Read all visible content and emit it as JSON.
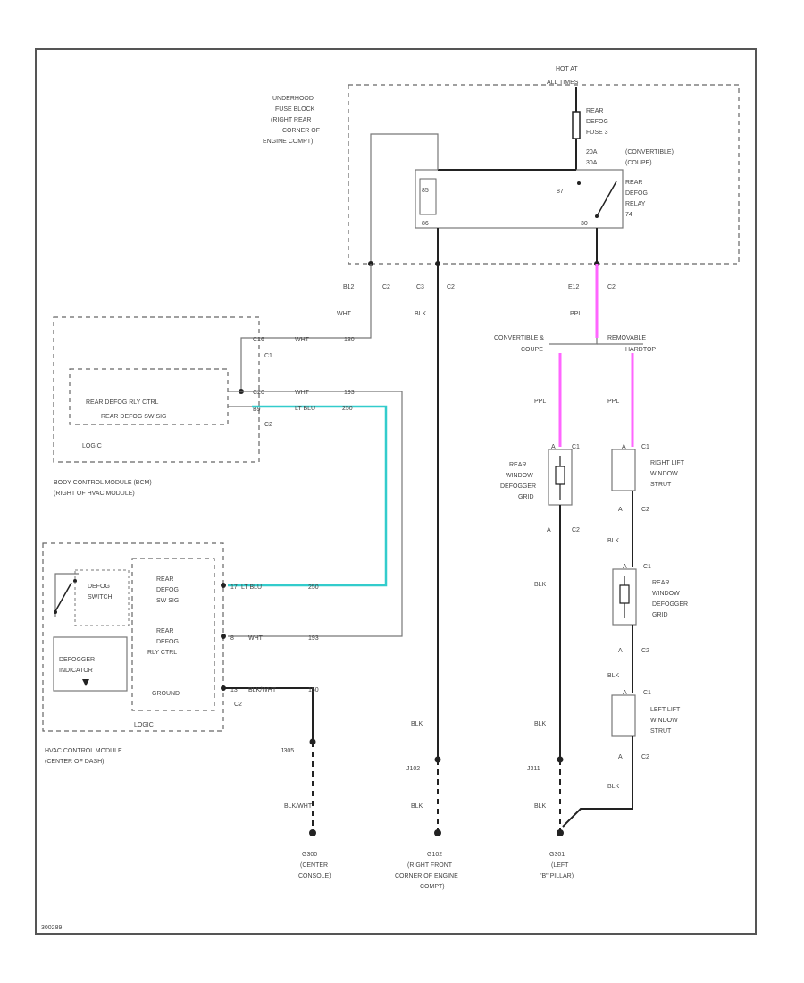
{
  "colors": {
    "ppl_wire": "#ff66ff",
    "lt_blu_wire": "#33cccc",
    "line": "#222222",
    "text": "#444444"
  },
  "fuse_block": {
    "hot_at": "HOT AT",
    "all_times": "ALL TIMES",
    "label_lines": [
      "UNDERHOOD",
      "FUSE BLOCK",
      "(RIGHT REAR",
      "CORNER OF",
      "ENGINE COMPT)"
    ],
    "fuse_lines": [
      "REAR",
      "DEFOG",
      "FUSE 3",
      "20A",
      "30A"
    ],
    "variants": [
      "(CONVERTIBLE)",
      "(COUPE)"
    ],
    "relay_lines": [
      "REAR",
      "DEFOG",
      "RELAY",
      "74"
    ],
    "pin_87": "87",
    "pin_86": "86",
    "pin_85": "85",
    "pin_30": "30",
    "pin_b12": "B12",
    "pin_c3": "C3",
    "pin_e12": "E12",
    "conn_c2a": "C2",
    "conn_c2b": "C2",
    "conn_c2c": "C2"
  },
  "wires": {
    "wht": "WHT",
    "blk": "BLK",
    "ppl": "PPL",
    "lt_blu": "LT BLU",
    "blk_wht": "BLK/WHT",
    "c_180": "180",
    "c_193": "193",
    "c_250": "250",
    "c_150": "150"
  },
  "bcm": {
    "pin_c16": "C16",
    "pin_c20": "C20",
    "pin_b9": "B9",
    "conn_c1": "C1",
    "conn_c2": "C2",
    "relay_ctrl": "REAR DEFOG RLY CTRL",
    "sw_sig": "REAR DEFOG SW SIG",
    "logic": "LOGIC",
    "title_lines": [
      "BODY CONTROL MODULE (BCM)",
      "(RIGHT OF HVAC MODULE)"
    ]
  },
  "split": {
    "left": "CONVERTIBLE &",
    "left2": "COUPE",
    "right": "REMOVABLE",
    "right2": "HARDTOP"
  },
  "grid_left": {
    "lines": [
      "REAR",
      "WINDOW",
      "DEFOGGER",
      "GRID"
    ],
    "pin_top": "A",
    "pin_bot": "A",
    "conn_top": "C1",
    "conn_bot": "C2"
  },
  "strut_right": {
    "lines": [
      "RIGHT LIFT",
      "WINDOW",
      "STRUT"
    ],
    "pin_top": "A",
    "pin_bot": "A",
    "conn_top": "C1",
    "conn_bot": "C2"
  },
  "grid_right": {
    "lines": [
      "REAR",
      "WINDOW",
      "DEFOGGER",
      "GRID"
    ],
    "pin_top": "A",
    "pin_bot": "A",
    "conn_top": "C1",
    "conn_bot": "C2"
  },
  "strut_left": {
    "lines": [
      "LEFT LIFT",
      "WINDOW",
      "STRUT"
    ],
    "pin_top": "A",
    "pin_bot": "A",
    "conn_top": "C1",
    "conn_bot": "C2"
  },
  "hvac": {
    "switch_lines": [
      "DEFOG",
      "SWITCH"
    ],
    "indicator_lines": [
      "DEFOGGER",
      "INDICATOR"
    ],
    "sw_sig_lines": [
      "REAR",
      "DEFOG",
      "SW SIG"
    ],
    "relay_ctrl_lines": [
      "REAR",
      "DEFOG",
      "RLY CTRL"
    ],
    "ground": "GROUND",
    "logic": "LOGIC",
    "pin_17": "17",
    "pin_8": "8",
    "pin_13": "13",
    "conn_c2": "C2",
    "title_lines": [
      "HVAC CONTROL MODULE",
      "(CENTER OF DASH)"
    ]
  },
  "splices": {
    "j305": "J305",
    "j102": "J102",
    "j311": "J311"
  },
  "grounds": {
    "g300": {
      "name": "G300",
      "lines": [
        "(CENTER",
        "CONSOLE)"
      ]
    },
    "g102": {
      "name": "G102",
      "lines": [
        "(RIGHT FRONT",
        "CORNER OF ENGINE",
        "COMPT)"
      ]
    },
    "g301": {
      "name": "G301",
      "lines": [
        "(LEFT",
        "\"B\" PILLAR)"
      ]
    }
  },
  "doc_id": "300289"
}
